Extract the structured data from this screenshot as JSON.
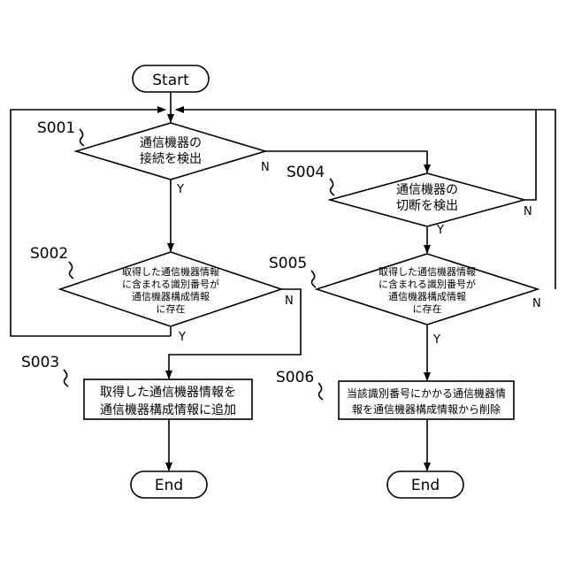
{
  "terminals": {
    "start": "Start",
    "end_left": "End",
    "end_right": "End"
  },
  "steps": {
    "s001": {
      "ref": "S001",
      "line1": "通信機器の",
      "line2": "接続を検出"
    },
    "s002": {
      "ref": "S002",
      "line1": "取得した通信機器情報",
      "line2": "に含まれる識別番号が",
      "line3": "通信機器構成情報",
      "line4": "に存在"
    },
    "s003": {
      "ref": "S003",
      "line1": "取得した通信機器情報を",
      "line2": "通信機器構成情報に追加"
    },
    "s004": {
      "ref": "S004",
      "line1": "通信機器の",
      "line2": "切断を検出"
    },
    "s005": {
      "ref": "S005",
      "line1": "取得した通信機器情報",
      "line2": "に含まれる識別番号が",
      "line3": "通信機器構成情報",
      "line4": "に存在"
    },
    "s006": {
      "ref": "S006",
      "line1": "当該識別番号にかかる通信機器情",
      "line2": "報を通信機器構成情報から削除"
    }
  },
  "branch_labels": {
    "s001_yes": "Y",
    "s001_no": "N",
    "s002_yes": "Y",
    "s002_no": "N",
    "s004_yes": "Y",
    "s004_no": "N",
    "s005_yes": "Y",
    "s005_no": "N"
  }
}
